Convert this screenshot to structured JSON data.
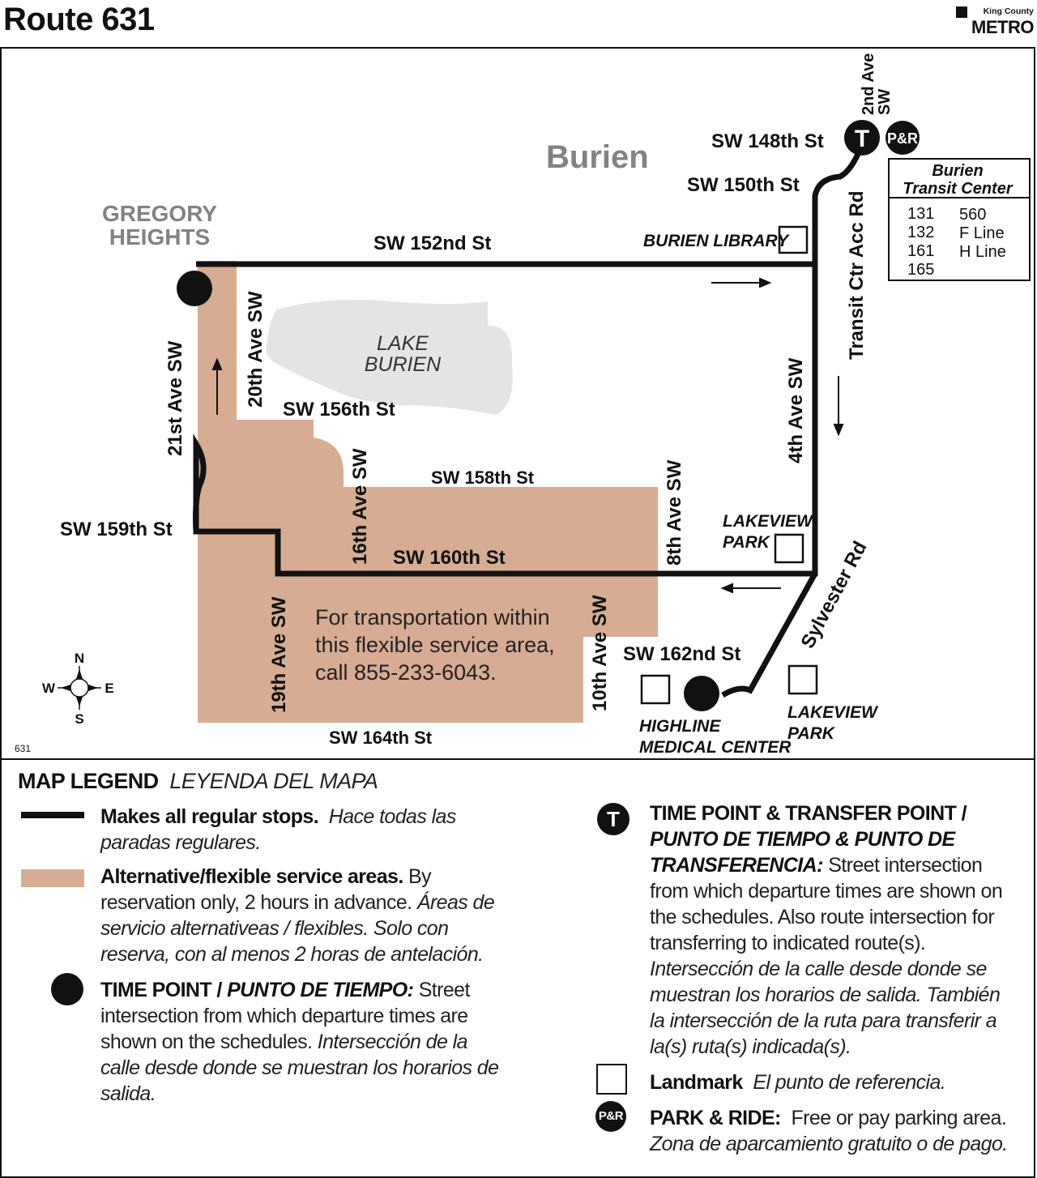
{
  "title": "Route 631",
  "logo": {
    "top": "King County",
    "bottom": "METRO"
  },
  "map": {
    "colors": {
      "route": "#111111",
      "flex_area": "#d6ad92",
      "lake": "#e3e4e6"
    },
    "places": {
      "burien": "Burien",
      "gregory_1": "GREGORY",
      "gregory_2": "HEIGHTS",
      "lake_1": "LAKE",
      "lake_2": "BURIEN"
    },
    "streets": {
      "sw148": "SW 148th St",
      "sw150": "SW 150th St",
      "sw152": "SW 152nd St",
      "sw156": "SW 156th St",
      "sw158": "SW 158th St",
      "sw159": "SW 159th St",
      "sw160": "SW 160th St",
      "sw162": "SW 162nd St",
      "sw164": "SW 164th St",
      "ave21": "21st Ave SW",
      "ave20": "20th Ave SW",
      "ave19": "19th Ave SW",
      "ave16": "16th Ave SW",
      "ave10": "10th Ave SW",
      "ave8": "8th Ave SW",
      "ave4": "4th Ave SW",
      "ave2a": "2nd Ave",
      "ave2b": "SW",
      "transit_ctr": "Transit Ctr Acc Rd",
      "sylvester": "Sylvester Rd"
    },
    "landmarks": {
      "library": "BURIEN LIBRARY",
      "lakeview1_a": "LAKEVIEW",
      "lakeview1_b": "PARK",
      "lakeview2_a": "LAKEVIEW",
      "lakeview2_b": "PARK",
      "highline_a": "HIGHLINE",
      "highline_b": "MEDICAL CENTER"
    },
    "transit_center": {
      "title_1": "Burien",
      "title_2": "Transit Center",
      "routes_left": [
        "131",
        "132",
        "161",
        "165"
      ],
      "routes_right": [
        "560",
        "F Line",
        "H Line"
      ]
    },
    "symbols": {
      "transfer": "T",
      "park_ride": "P&R"
    },
    "flex_note": [
      "For transportation within",
      "this flexible service area,",
      "call 855-233-6043."
    ],
    "compass": {
      "n": "N",
      "s": "S",
      "e": "E",
      "w": "W"
    },
    "map_id": "631"
  },
  "legend": {
    "heading": "MAP LEGEND",
    "heading_es": "LEYENDA DEL MAPA",
    "regular": {
      "bold": "Makes all regular stops.",
      "es": "Hace todas las paradas regulares."
    },
    "flex": {
      "bold": "Alternative/flexible service areas.",
      "text": "By reservation only, 2 hours in advance.",
      "es": "Áreas de servicio alternativeas / flexibles. Solo con reserva, con al menos 2 horas de antelación."
    },
    "timepoint": {
      "bold": "TIME POINT / ",
      "bold_es": "PUNTO DE TIEMPO:",
      "text": "Street intersection from which departure times are shown on the schedules.",
      "es": "Intersección de la calle desde donde se muestran los horarios de salida."
    },
    "transfer": {
      "bold": "TIME POINT & TRANSFER POINT / ",
      "bold_es": "PUNTO DE TIEMPO & PUNTO DE TRANSFERENCIA:",
      "text": "Street intersection from which departure times are shown on the schedules. Also route intersection for transferring to indicated route(s).",
      "es": "Intersección de la calle desde donde se muestran los horarios de salida. También la intersección de la ruta para transferir a la(s) ruta(s) indicada(s)."
    },
    "landmark": {
      "bold": "Landmark",
      "es": "El punto de referencia."
    },
    "parkride": {
      "bold": "PARK & RIDE:",
      "text": "Free or pay parking area.",
      "es": "Zona de aparcamiento gratuito o de pago."
    }
  }
}
